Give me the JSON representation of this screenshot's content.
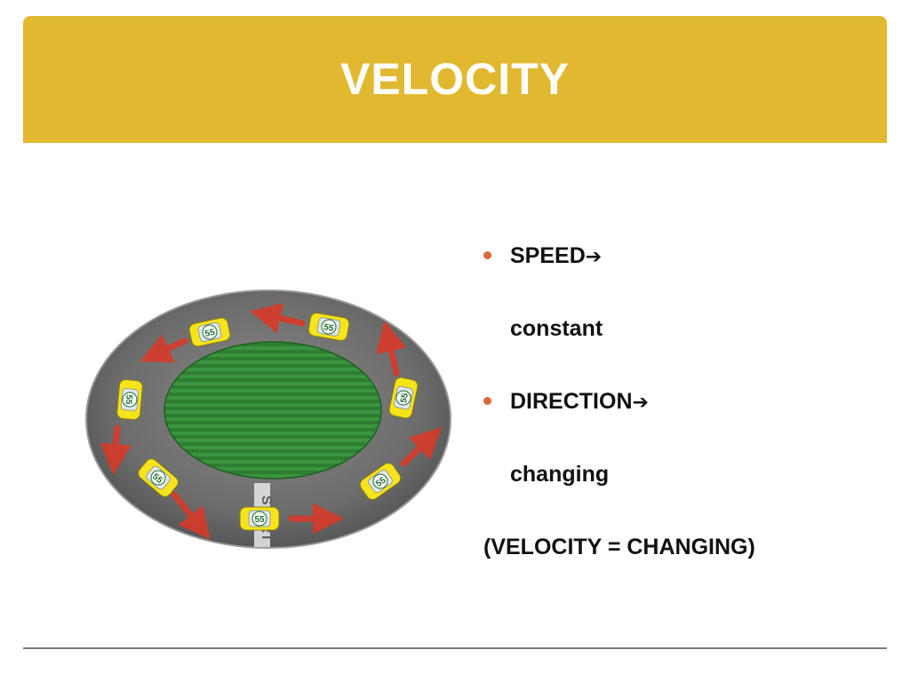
{
  "slide": {
    "title": "VELOCITY",
    "bullets": [
      {
        "label": "SPEED",
        "arrow": "➔"
      },
      {
        "text": "constant"
      },
      {
        "label": "DIRECTION",
        "arrow": "➔"
      },
      {
        "text": "changing"
      },
      {
        "text": "(VELOCITY = CHANGING)"
      }
    ]
  },
  "illustration": {
    "car_number": "55",
    "start_label": "START"
  },
  "colors": {
    "title_bar": "#e0b930",
    "bullet_dot": "#d9683b",
    "track": "#6f6f6f",
    "grass": "#2f7d32",
    "car": "#f5e41c",
    "arrow": "#d63a2a"
  }
}
